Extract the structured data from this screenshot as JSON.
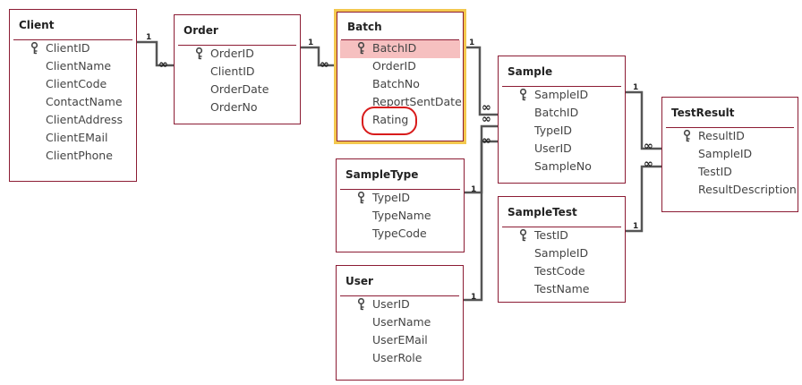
{
  "tables": [
    {
      "id": "client",
      "title": "Client",
      "fields": [
        {
          "name": "ClientID",
          "key": true
        },
        {
          "name": "ClientName"
        },
        {
          "name": "ClientCode"
        },
        {
          "name": "ContactName"
        },
        {
          "name": "ClientAddress"
        },
        {
          "name": "ClientEMail"
        },
        {
          "name": "ClientPhone"
        }
      ]
    },
    {
      "id": "order",
      "title": "Order",
      "fields": [
        {
          "name": "OrderID",
          "key": true
        },
        {
          "name": "ClientID"
        },
        {
          "name": "OrderDate"
        },
        {
          "name": "OrderNo"
        }
      ]
    },
    {
      "id": "batch",
      "title": "Batch",
      "selected": true,
      "fields": [
        {
          "name": "BatchID",
          "key": true,
          "highlighted": true
        },
        {
          "name": "OrderID"
        },
        {
          "name": "BatchNo"
        },
        {
          "name": "ReportSentDate"
        },
        {
          "name": "Rating",
          "annotated": true
        }
      ]
    },
    {
      "id": "sample",
      "title": "Sample",
      "fields": [
        {
          "name": "SampleID",
          "key": true
        },
        {
          "name": "BatchID"
        },
        {
          "name": "TypeID"
        },
        {
          "name": "UserID"
        },
        {
          "name": "SampleNo"
        }
      ]
    },
    {
      "id": "testresult",
      "title": "TestResult",
      "fields": [
        {
          "name": "ResultID",
          "key": true
        },
        {
          "name": "SampleID"
        },
        {
          "name": "TestID"
        },
        {
          "name": "ResultDescription"
        }
      ]
    },
    {
      "id": "sampletype",
      "title": "SampleType",
      "fields": [
        {
          "name": "TypeID",
          "key": true
        },
        {
          "name": "TypeName"
        },
        {
          "name": "TypeCode"
        }
      ]
    },
    {
      "id": "sampletest",
      "title": "SampleTest",
      "fields": [
        {
          "name": "TestID",
          "key": true
        },
        {
          "name": "SampleID"
        },
        {
          "name": "TestCode"
        },
        {
          "name": "TestName"
        }
      ]
    },
    {
      "id": "user",
      "title": "User",
      "fields": [
        {
          "name": "UserID",
          "key": true
        },
        {
          "name": "UserName"
        },
        {
          "name": "UserEMail"
        },
        {
          "name": "UserRole"
        }
      ]
    }
  ],
  "relationships": [
    {
      "from": "Client",
      "to": "Order",
      "one": "1",
      "many": "∞"
    },
    {
      "from": "Order",
      "to": "Batch",
      "one": "1",
      "many": "∞"
    },
    {
      "from": "Batch",
      "to": "Sample",
      "one": "1",
      "many": "∞"
    },
    {
      "from": "SampleType",
      "to": "Sample",
      "one": "1",
      "many": "∞"
    },
    {
      "from": "User",
      "to": "Sample",
      "one": "1",
      "many": "∞"
    },
    {
      "from": "Sample",
      "to": "TestResult",
      "one": "1",
      "many": "∞"
    },
    {
      "from": "SampleTest",
      "to": "TestResult",
      "one": "1",
      "many": "∞"
    }
  ],
  "colors": {
    "table_border": "#8c1c34",
    "selected_border": "#f3c84e",
    "highlight": "#f6c0c0",
    "annotation": "#d81b1b",
    "line": "#555555"
  }
}
